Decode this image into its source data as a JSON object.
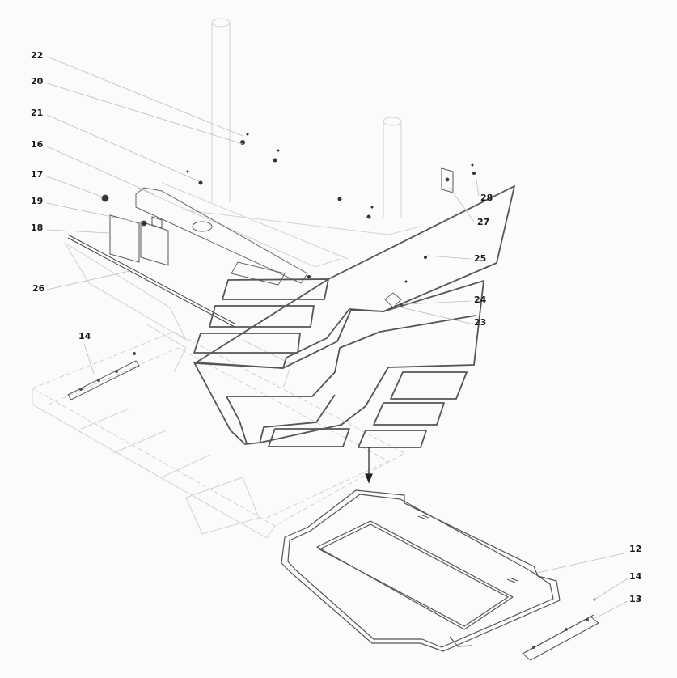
{
  "diagram": {
    "callouts": [
      {
        "id": "22",
        "label": "22"
      },
      {
        "id": "20",
        "label": "20"
      },
      {
        "id": "21",
        "label": "21"
      },
      {
        "id": "16",
        "label": "16"
      },
      {
        "id": "17",
        "label": "17"
      },
      {
        "id": "19",
        "label": "19"
      },
      {
        "id": "18",
        "label": "18"
      },
      {
        "id": "26",
        "label": "26"
      },
      {
        "id": "14a",
        "label": "14"
      },
      {
        "id": "28",
        "label": "28"
      },
      {
        "id": "27",
        "label": "27"
      },
      {
        "id": "25",
        "label": "25"
      },
      {
        "id": "24",
        "label": "24"
      },
      {
        "id": "23",
        "label": "23"
      },
      {
        "id": "12",
        "label": "12"
      },
      {
        "id": "14b",
        "label": "14"
      },
      {
        "id": "13",
        "label": "13"
      }
    ]
  }
}
